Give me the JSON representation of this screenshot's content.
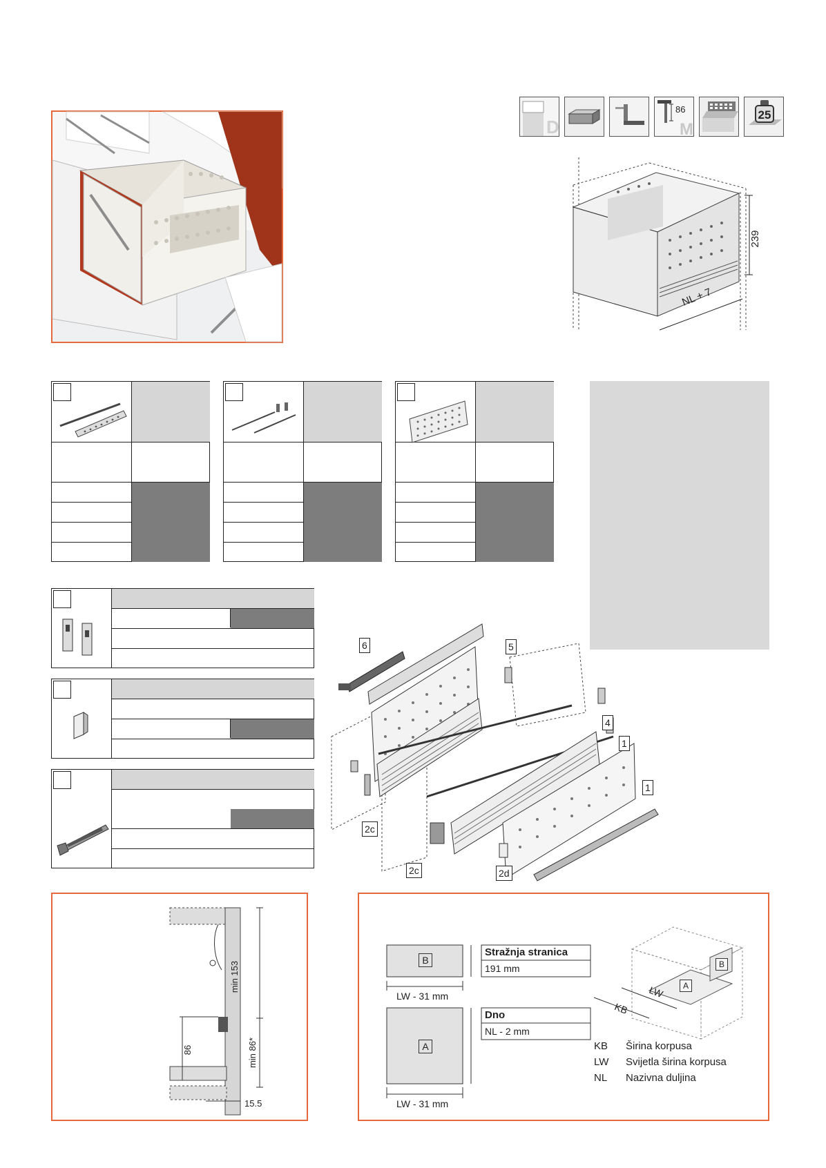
{
  "icons": [
    {
      "name": "drawer-depth-icon",
      "text": "D"
    },
    {
      "name": "drawer-front-icon",
      "text": ""
    },
    {
      "name": "mounting-bracket-icon",
      "text": ""
    },
    {
      "name": "side-height-icon",
      "text": "86",
      "sub": "M"
    },
    {
      "name": "gallery-rail-icon",
      "text": ""
    },
    {
      "name": "load-capacity-icon",
      "text": "25"
    }
  ],
  "cabinet_drawing": {
    "height_dim": "239",
    "width_dim": "NL + 7"
  },
  "exploded_view": {
    "callouts": [
      "6",
      "5",
      "4",
      "1",
      "1",
      "2c",
      "2c",
      "2d"
    ]
  },
  "left_detail": {
    "dims": [
      "min 153",
      "min 86*",
      "86",
      "15.5"
    ]
  },
  "right_detail": {
    "back_panel": {
      "letter": "B",
      "title": "Stražnja stranica",
      "value": "191 mm",
      "width": "LW - 31 mm"
    },
    "bottom_panel": {
      "letter": "A",
      "title": "Dno",
      "value": "NL - 2 mm",
      "width": "LW - 31 mm"
    },
    "iso_labels": {
      "b": "B",
      "a": "A",
      "lw": "LW",
      "kb": "KB"
    },
    "legend": [
      {
        "key": "KB",
        "desc": "Širina korpusa"
      },
      {
        "key": "LW",
        "desc": "Svijetla širina korpusa"
      },
      {
        "key": "NL",
        "desc": "Nazivna duljina"
      }
    ]
  },
  "colors": {
    "accent": "#e5693d",
    "dark_cell": "#7d7d7d",
    "light_cell": "#d6d6d6",
    "panel": "#d9d9d9"
  }
}
